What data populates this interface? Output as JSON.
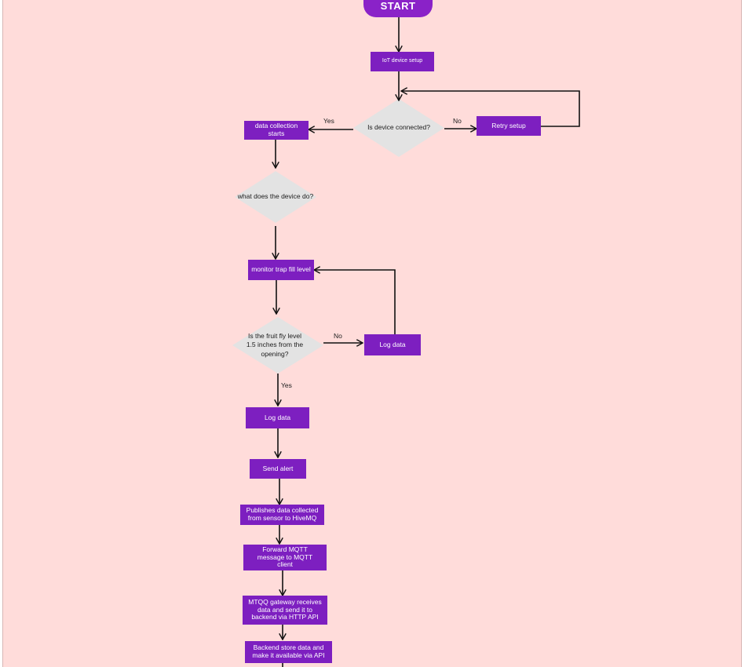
{
  "colors": {
    "background": "#ffdcda",
    "process_fill": "#7d1fc0",
    "decision_fill": "#e3e3e3",
    "connector": "#111111"
  },
  "nodes": {
    "start": "START",
    "iot_setup": "IoT device setup",
    "device_connected": "Is device connected?",
    "retry_setup": "Retry setup",
    "data_collection": "data collection starts",
    "device_does": "what does the device do?",
    "monitor_fill": "monitor trap fill level",
    "fly_level": "Is the fruit fly level 1.5 inches from the opening?",
    "log_data_loop": "Log data",
    "log_data": "Log data",
    "send_alert": "Send alert",
    "publish": "Publishes data collected from sensor to HiveMQ",
    "forward_mqtt": "Forward MQTT message to MQTT client",
    "gateway": "MTQQ gateway receives data and send it to backend via HTTP API",
    "backend": "Backend store data and make it available via API"
  },
  "edge_labels": {
    "connected_yes": "Yes",
    "connected_no": "No",
    "level_no": "No",
    "level_yes": "Yes"
  }
}
